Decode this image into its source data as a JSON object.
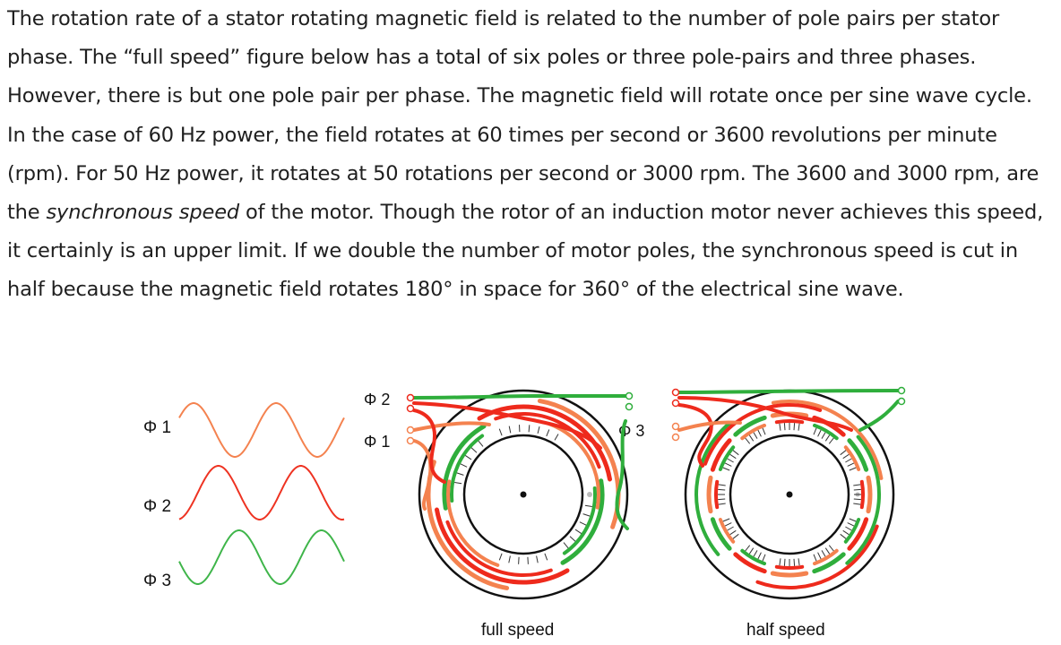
{
  "paragraph": {
    "p1": "The rotation rate of a stator rotating magnetic field is related to the number of pole pairs per stator phase. The “full speed” figure below has a total of six poles or three pole-pairs and three phases. However, there is but one pole pair per phase. The magnetic field will rotate once per sine wave cycle. In the case of 60 Hz power, the field rotates at 60 times per second or 3600 revolutions per minute (rpm). For 50 Hz power, it rotates at 50 rotations per second or 3000 rpm. The 3600 and 3000 rpm, are the ",
    "em": "synchronous speed",
    "p2": " of the motor. Though the rotor of an induction motor never achieves this speed, it certainly is an upper limit. If we double the number of motor poles, the synchronous speed is cut in half because the magnetic field rotates 180° in space for 360° of the electrical sine wave."
  },
  "figure": {
    "waves": [
      {
        "label": "Φ 1",
        "color": "#f4824f"
      },
      {
        "label": "Φ 2",
        "color": "#ee3322"
      },
      {
        "label": "Φ 3",
        "color": "#3fb54a"
      }
    ],
    "phase_labels": {
      "phi2": "Φ 2",
      "phi1": "Φ 1",
      "phi3": "Φ 3"
    },
    "captions": {
      "full": "full speed",
      "half": "half speed"
    },
    "colors": {
      "phase1": "#f4824f",
      "phase2": "#ee2a1c",
      "phase3": "#2fae3c",
      "outline": "#111111"
    }
  }
}
